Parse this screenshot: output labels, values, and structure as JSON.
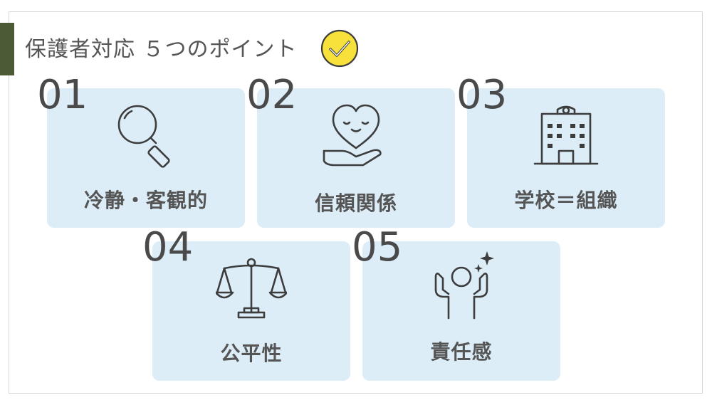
{
  "title": "保護者対応 ５つのポイント",
  "icons": {
    "badge": "check-badge-icon"
  },
  "colors": {
    "accent": "#4d5a36",
    "card": "#dcedf8",
    "badge": "#f7e13a"
  },
  "cards": [
    {
      "number": "01",
      "label": "冷静・客観的",
      "icon": "magnifier-icon"
    },
    {
      "number": "02",
      "label": "信頼関係",
      "icon": "heart-hand-icon"
    },
    {
      "number": "03",
      "label": "学校＝組織",
      "icon": "school-building-icon"
    },
    {
      "number": "04",
      "label": "公平性",
      "icon": "balance-scale-icon"
    },
    {
      "number": "05",
      "label": "責任感",
      "icon": "strong-person-icon"
    }
  ]
}
